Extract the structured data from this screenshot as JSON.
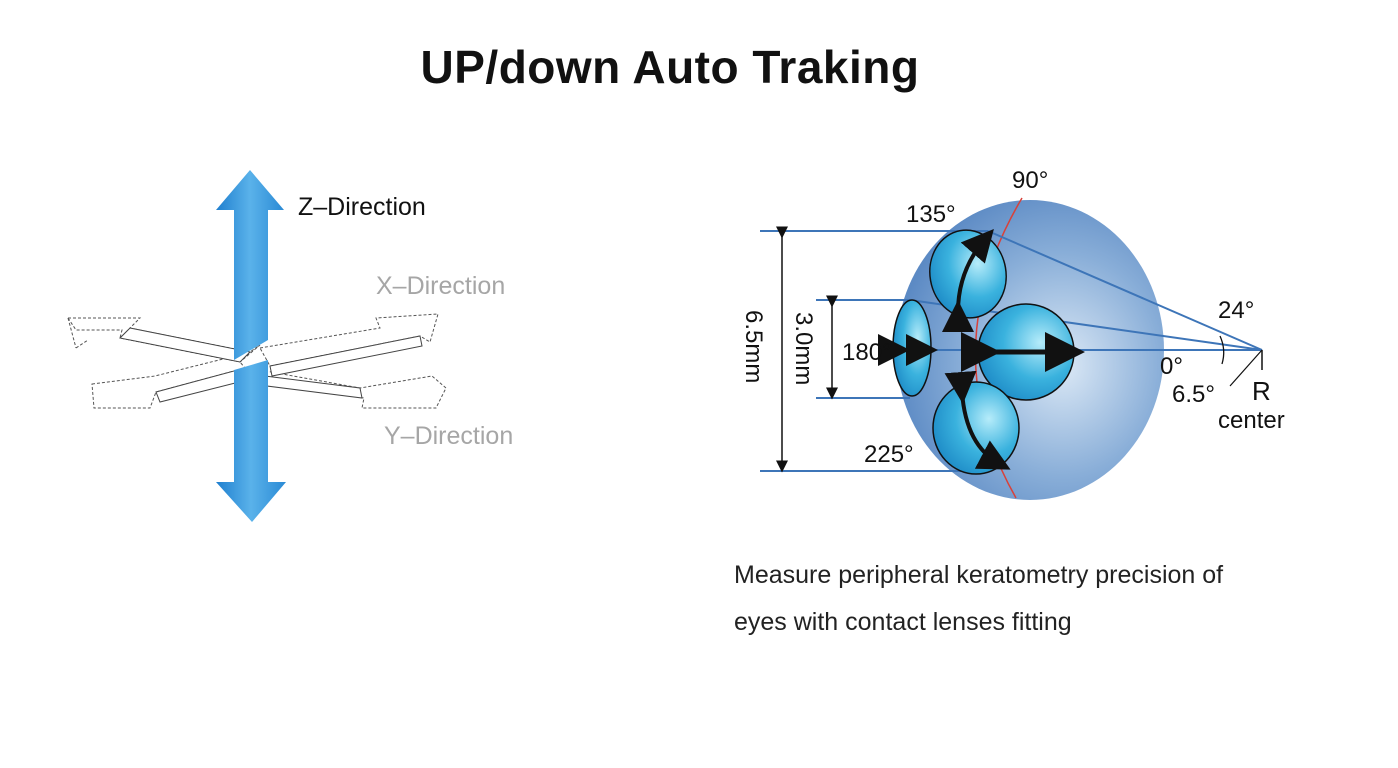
{
  "title": "UP/down Auto Traking",
  "axes_diagram": {
    "z_label": "Z–Direction",
    "x_label": "X–Direction",
    "y_label": "Y–Direction"
  },
  "keratometry_diagram": {
    "angle_90": "90°",
    "angle_135": "135°",
    "angle_180": "180°",
    "angle_225": "225°",
    "angle_24": "24°",
    "angle_0": "0°",
    "angle_6_5": "6.5°",
    "dim_outer": "6.5mm",
    "dim_inner": "3.0mm",
    "radius_label": "R",
    "center_label": "center"
  },
  "caption": {
    "line1": "Measure peripheral keratometry precision of",
    "line2": "eyes with contact lenses fitting"
  },
  "colors": {
    "arrow_blue": "#2f93d6",
    "line_blue": "#3d75b8",
    "meridian_red": "#d8413a",
    "gray_label": "#a6a6a6"
  }
}
